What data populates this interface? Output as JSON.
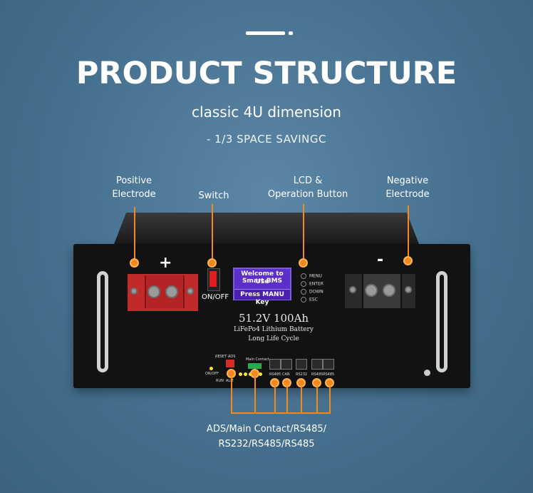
{
  "header": {
    "title": "PRODUCT STRUCTURE",
    "subtitle": "classic 4U dimension",
    "tagline": "- 1/3 SPACE SAVINGC"
  },
  "callouts": {
    "positive": [
      "Positive",
      "Electrode"
    ],
    "switch": "Switch",
    "lcd": [
      "LCD &",
      "Operation Button"
    ],
    "negative": [
      "Negative",
      "Electrode"
    ]
  },
  "device": {
    "plus_sign": "+",
    "minus_sign": "-",
    "switch_label": "ON/OFF",
    "lcd_line1": "Welcome to Use",
    "lcd_line2": "Smart BMS",
    "lcd_button": "Press MANU Key",
    "buttons": [
      "MENU",
      "ENTER",
      "DOWN",
      "ESC"
    ],
    "spec_voltage": "51.2V 100Ah",
    "spec_chem": "LiFePo4 Lithium Battery",
    "spec_life": "Long Life Cycle",
    "panel_labels": {
      "reset": "RESET",
      "ads": "ADS",
      "main_contact": "Main Contact",
      "onoff": "ON/OFF",
      "run": "RUN",
      "alm": "ALM",
      "ports": [
        "RS485",
        "CAN",
        "RS232",
        "RS485",
        "RS485"
      ]
    }
  },
  "bottom": {
    "line1": "ADS/Main Contact/RS485/",
    "line2": "RS232/RS485/RS485"
  },
  "colors": {
    "accent": "#f08a1e",
    "terminal_red": "#c12a2a",
    "lcd_purple": "#5d2fc9",
    "background": "#4a7596"
  }
}
